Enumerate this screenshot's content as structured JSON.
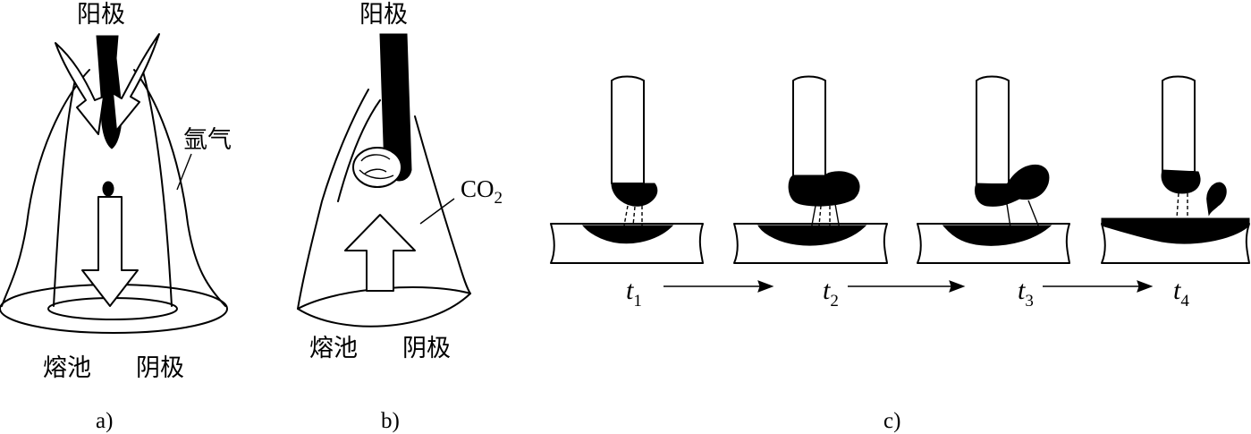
{
  "panel_a": {
    "anode_label": "阳极",
    "gas_label": "氩气",
    "pool_label": "熔池",
    "cathode_label": "阴极",
    "caption": "a)"
  },
  "panel_b": {
    "anode_label": "阳极",
    "gas_label_main": "CO",
    "gas_label_sub": "2",
    "pool_label": "熔池",
    "cathode_label": "阴极",
    "caption": "b)"
  },
  "panel_c": {
    "time_labels": [
      {
        "t": "t",
        "sub": "1"
      },
      {
        "t": "t",
        "sub": "2"
      },
      {
        "t": "t",
        "sub": "3"
      },
      {
        "t": "t",
        "sub": "4"
      }
    ],
    "caption": "c)"
  }
}
